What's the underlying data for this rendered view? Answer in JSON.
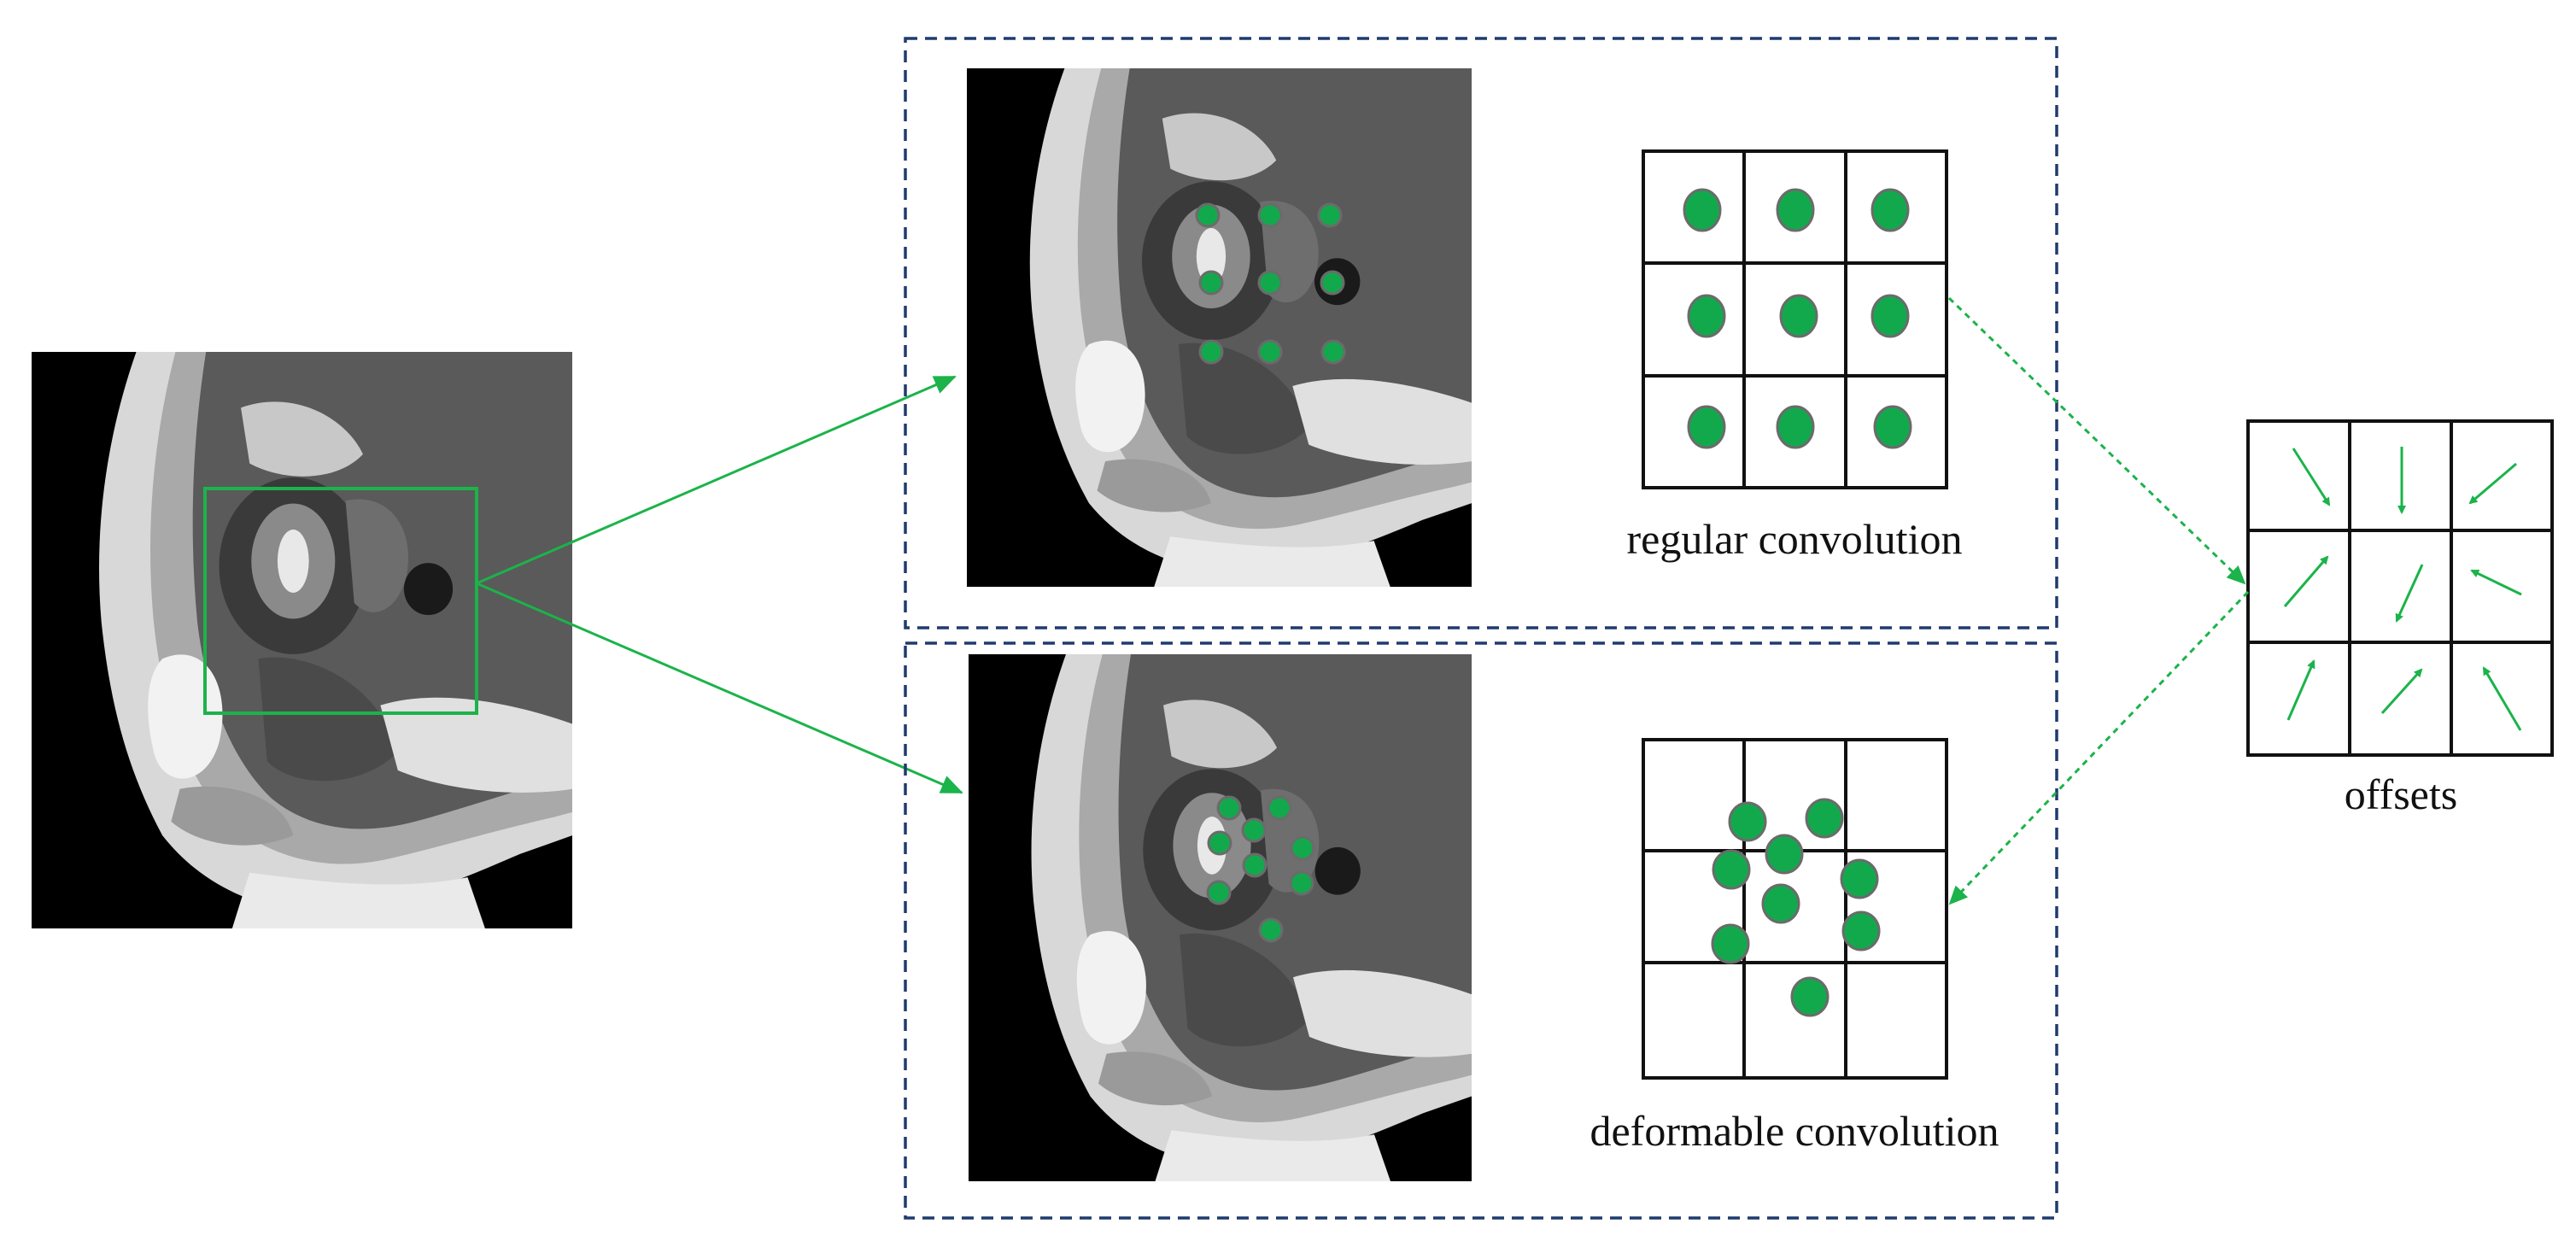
{
  "labels": {
    "regular": "regular  convolution",
    "deformable": "deformable  convolution",
    "offsets": "offsets"
  },
  "colors": {
    "accent_green": "#1bb34a",
    "dot_fill": "#12a94d",
    "dot_stroke": "#6b6b6b",
    "panel_border": "#1f3b6e",
    "grid_line": "#111111",
    "image_bg": "#000000"
  },
  "icons": {
    "mri": "mri-sagittal-slice-icon",
    "arrow": "green-arrow-icon"
  }
}
